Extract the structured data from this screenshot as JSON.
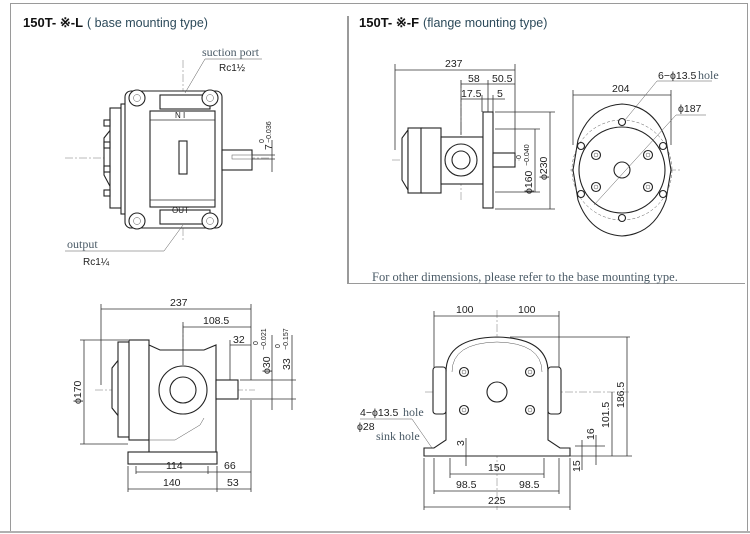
{
  "panels": {
    "base": {
      "model": "150T- ※-L",
      "subtitle": "( base mounting type)",
      "top_view": {
        "suction_label": "suction port",
        "suction_size": "Rc1½",
        "output_label": "output",
        "output_size": "Rc1¼",
        "in_mark": "N I",
        "out_mark": "OUT",
        "key_dim": "7",
        "key_tol_upper": "0",
        "key_tol_lower": "−0.036"
      },
      "side_view": {
        "overall_length": "237",
        "center_to_shaft": "108.5",
        "shaft_length": "32",
        "shaft_dia": "ϕ30",
        "shaft_tol_upper": "0",
        "shaft_tol_lower": "−0.021",
        "key_height": "33",
        "key_tol_upper": "0",
        "key_tol_lower": "−0.157",
        "body_dia": "ϕ170",
        "base_hole_span": "114",
        "base_to_shaft": "66",
        "base_length": "140",
        "base_end_to_shaft": "53"
      },
      "front_view": {
        "half_width_left": "100",
        "half_width_right": "100",
        "hole_label_dim": "4−ϕ13.5",
        "hole_label_word": "hole",
        "sink_dim": "ϕ28",
        "sink_label": "sink hole",
        "base_thickness": "3",
        "inner_span": "150",
        "hole_half_left": "98.5",
        "hole_half_right": "98.5",
        "base_width": "225",
        "height_total": "186.5",
        "center_height": "101.5",
        "foot_height": "16",
        "foot_thickness": "15"
      }
    },
    "flange": {
      "model": "150T- ※-F",
      "subtitle": "(flange mounting type)",
      "side_view": {
        "overall_length": "237",
        "dim_58": "58",
        "dim_50_5": "50.5",
        "dim_17_5": "17.5",
        "dim_5": "5",
        "pilot_dia": "ϕ160",
        "pilot_tol_upper": "0",
        "pilot_tol_lower": "−0.040",
        "flange_dia": "ϕ230"
      },
      "end_view": {
        "width": "204",
        "hole_label_dim": "6−ϕ13.5",
        "hole_label_word": "hole",
        "pcd": "ϕ187"
      },
      "note": "For other dimensions, please refer to the base mounting type."
    }
  }
}
